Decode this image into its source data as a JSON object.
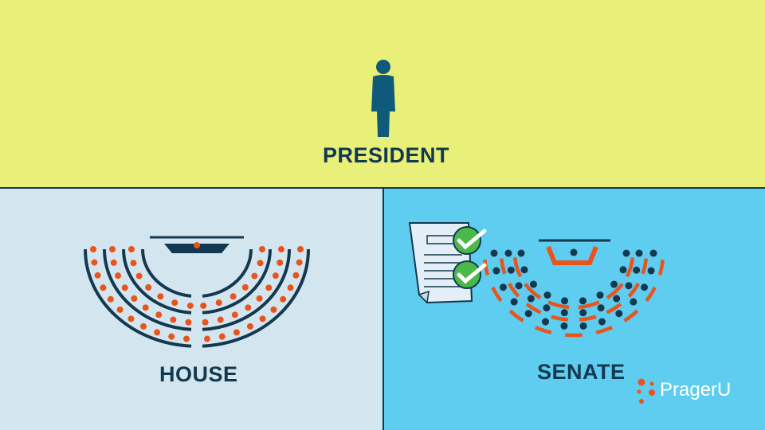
{
  "president": {
    "label": "PRESIDENT"
  },
  "house": {
    "label": "HOUSE"
  },
  "senate": {
    "label": "SENATE"
  },
  "logo": {
    "text": "PragerU"
  },
  "colors": {
    "president_bg": "#e8f07a",
    "house_bg": "#d3e6f0",
    "senate_bg": "#5ecdef",
    "navy": "#13384f",
    "orange": "#e8541c",
    "figure": "#0f5a7a",
    "check": "#4bb84a"
  }
}
